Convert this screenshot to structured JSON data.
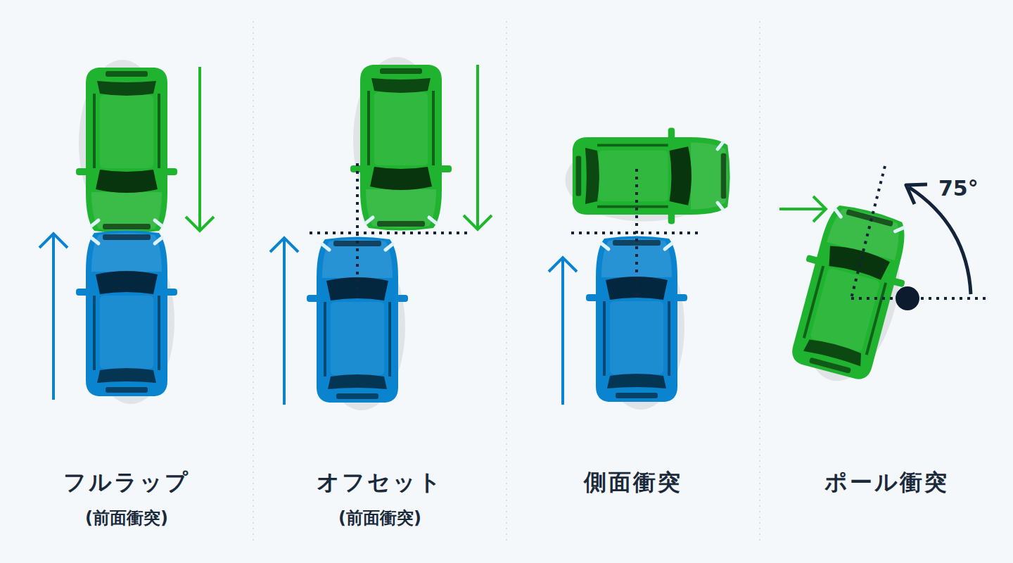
{
  "diagram": {
    "labels": [
      "フルラップ",
      "(前面衝突)",
      "オフセット",
      "(前面衝突)",
      "側面衝突",
      "ポール衝突",
      "75°"
    ]
  }
}
